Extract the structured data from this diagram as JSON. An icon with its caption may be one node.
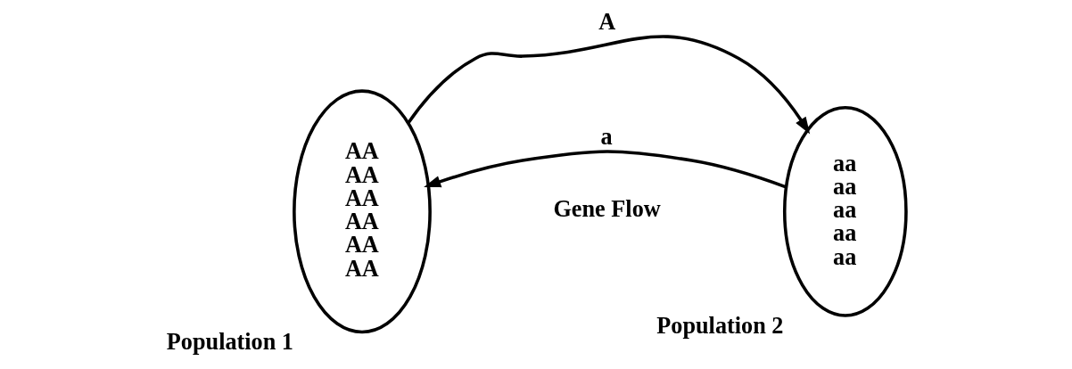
{
  "diagram": {
    "nodes": [
      {
        "text": [
          "AA",
          "AA",
          "AA",
          "AA",
          "AA",
          "AA"
        ],
        "beside": [
          "Population 1"
        ]
      },
      {
        "text": [
          "aa",
          "aa",
          "aa",
          "aa",
          "aa"
        ],
        "beside": [
          "Population 2"
        ]
      }
    ],
    "edges": [
      {
        "from": 0,
        "to": 1,
        "arrow": "to",
        "label": "A"
      },
      {
        "from": 1,
        "to": 0,
        "arrow": "to",
        "label": "a"
      }
    ],
    "labels": [
      "Gene Flow"
    ]
  }
}
